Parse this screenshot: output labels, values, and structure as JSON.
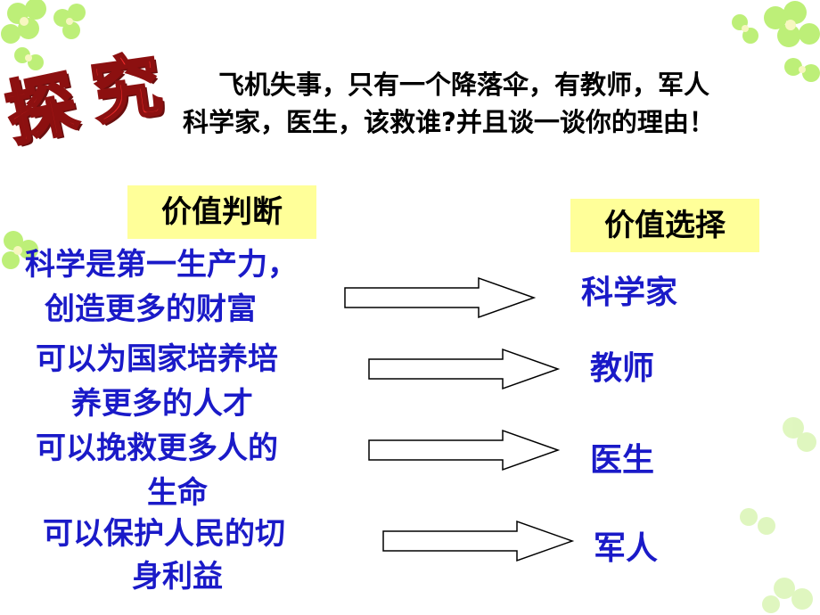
{
  "title": "探究",
  "question": {
    "line1": "飞机失事，只有一个降落伞，有教师，军人",
    "line2": "科学家，医生，该救谁?并且谈一谈你的理由！"
  },
  "headers": {
    "judgment": "价值判断",
    "choice": "价值选择"
  },
  "rows": [
    {
      "reason_line1": "科学是第一生产力，",
      "reason_line2": " 创造更多的财富",
      "choice": "科学家"
    },
    {
      "reason_line1": "可以为国家培养培",
      "reason_line2": "养更多的人才",
      "choice": "教师"
    },
    {
      "reason_line1": "可以挽救更多人的",
      "reason_line2": "生命",
      "choice": "医生"
    },
    {
      "reason_line1": "可以保护人民的切",
      "reason_line2": "身利益",
      "choice": "军人"
    }
  ],
  "colors": {
    "title_red": "#f02a2a",
    "reason_blue": "#1a1ac8",
    "header_bg": "#ffff99",
    "flower_green": "#9be24a"
  },
  "icons": [
    "flower-cluster-icon",
    "arrow-right-icon"
  ]
}
